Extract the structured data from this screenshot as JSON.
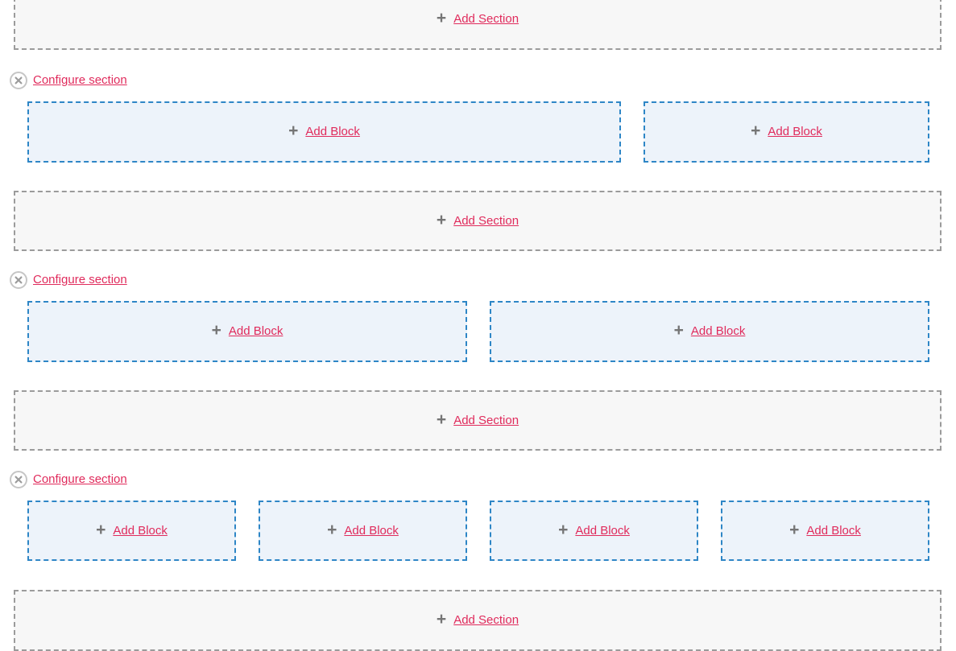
{
  "colors": {
    "accent_pink": "#e02b5c",
    "block_border_blue": "#2e86c6",
    "block_bg_blue": "#edf3fa",
    "section_border_gray": "#9b9b9b",
    "section_bg_gray": "#f7f7f7",
    "plus_gray": "#757575",
    "close_circle_gray": "#c6c6c6",
    "close_x_gray": "#9b9b9b"
  },
  "icons": {
    "plus": "+",
    "close": "✕"
  },
  "add_sections": [
    {
      "label": "Add Section"
    },
    {
      "label": "Add Section"
    },
    {
      "label": "Add Section"
    },
    {
      "label": "Add Section"
    }
  ],
  "sections": [
    {
      "configure_label": "Configure section",
      "blocks": [
        {
          "label": "Add Block"
        },
        {
          "label": "Add Block"
        }
      ]
    },
    {
      "configure_label": "Configure section",
      "blocks": [
        {
          "label": "Add Block"
        },
        {
          "label": "Add Block"
        }
      ]
    },
    {
      "configure_label": "Configure section",
      "blocks": [
        {
          "label": "Add Block"
        },
        {
          "label": "Add Block"
        },
        {
          "label": "Add Block"
        },
        {
          "label": "Add Block"
        }
      ]
    }
  ]
}
